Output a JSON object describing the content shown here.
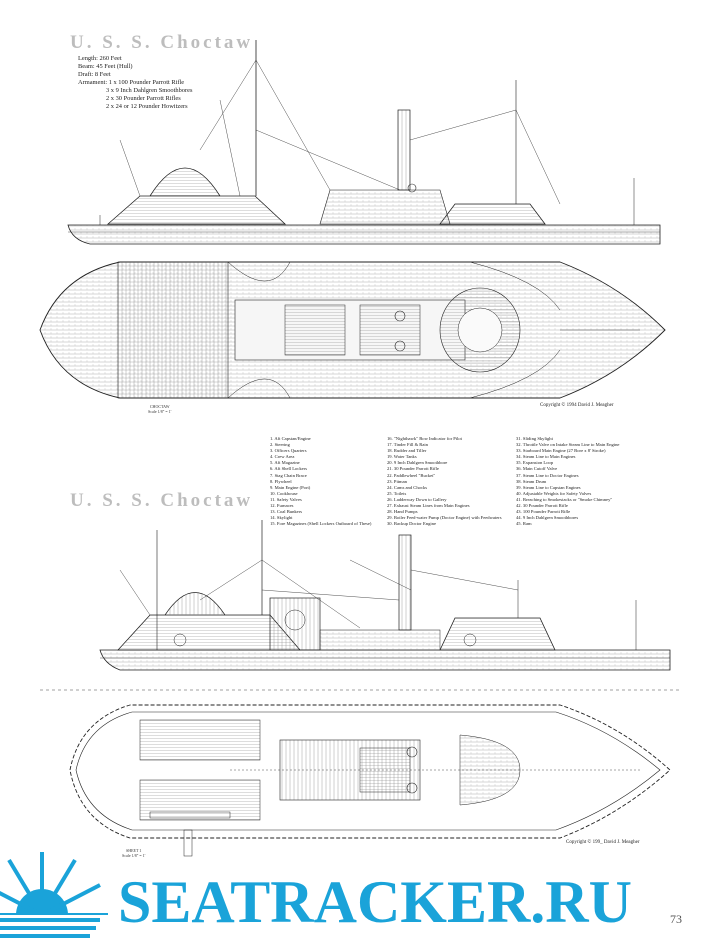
{
  "top_section": {
    "title": "U. S. S. Choctaw",
    "specs": [
      "Length: 260 Feet",
      "Beam: 45 Feet (Hull)",
      "Draft: 8 Feet",
      "Armament: 1 x 100 Pounder Parrott Rifle",
      "3 x 9 Inch Dahlgren Smoothbores",
      "2 x 30 Pounder Parrott Rifles",
      "2 x 24 or 12 Pounder Howitzers"
    ],
    "copyright": "Copyright © 1994 David J. Meagher",
    "scale_label": "CHOCTAW",
    "scale_note": "Scale 1/8\" = 1'"
  },
  "bottom_section": {
    "title": "U. S. S. Choctaw",
    "copyright": "Copyright © 199_ David J. Meagher",
    "scale_label": "SHEET 1",
    "scale_note": "Scale 1/8\" = 1'",
    "legend_col1": [
      "1. Aft Capstan/Engine",
      "2. Steering",
      "3. Officers Quarters",
      "4. Crew Area",
      "5. Aft Magazine",
      "6. Aft Shell Lockers",
      "7. Stag Chain Brace",
      "8. Flywheel",
      "9. Main Engine (Port)",
      "10. Cookhouse",
      "11. Safety Valves",
      "12. Furnaces",
      "13. Coal Bunkers",
      "14. Skylight",
      "15. Fore Magazines (Shell Lockers Outboard of These)"
    ],
    "legend_col2": [
      "16. \"Nighthawk\" Bow Indicator for Pilot",
      "17. Tinder Fill & Rain",
      "18. Rudder and Tiller",
      "19. Water Tanks",
      "20. 9 Inch Dahlgren Smoothbore",
      "21. 30 Pounder Parrott Rifle",
      "22. Paddlewheel \"Bucket\"",
      "23. Pitman",
      "24. Cams and Chocks",
      "25. Toilets",
      "26. Ladderway Down to Gallery",
      "27. Exhaust Steam Lines from Main Engines",
      "28. Hand Pumps",
      "29. Boiler Feed-water Pump (Doctor Engine) with Feedwaters",
      "30. Backup Doctor Engine"
    ],
    "legend_col3": [
      "31. Sliding Skylight",
      "32. Throttle Valve on Intake Steam Line to Main Engine",
      "33. Starboard Main Engine (27 Bore x 8' Stroke)",
      "34. Steam Line to Main Engines",
      "35. Expansion Loop",
      "36. Main Cutoff Valve",
      "37. Steam Line to Doctor Engines",
      "38. Steam Drum",
      "39. Steam Line to Capstan Engines",
      "40. Adjustable Weights for Safety Valves",
      "41. Breaching to Smokestacks or \"Smoke Chimney\"",
      "42. 30 Pounder Parrott Rifle",
      "43. 100 Pounder Parrott Rifle",
      "44. 9 Inch Dahlgren Smoothbores",
      "45. Ram"
    ]
  },
  "watermark": "SEATRACKER.RU",
  "page_number": "73",
  "colors": {
    "watermark": "#1aa3d9",
    "title_gray": "#bdbdbd",
    "ink": "#222222"
  }
}
